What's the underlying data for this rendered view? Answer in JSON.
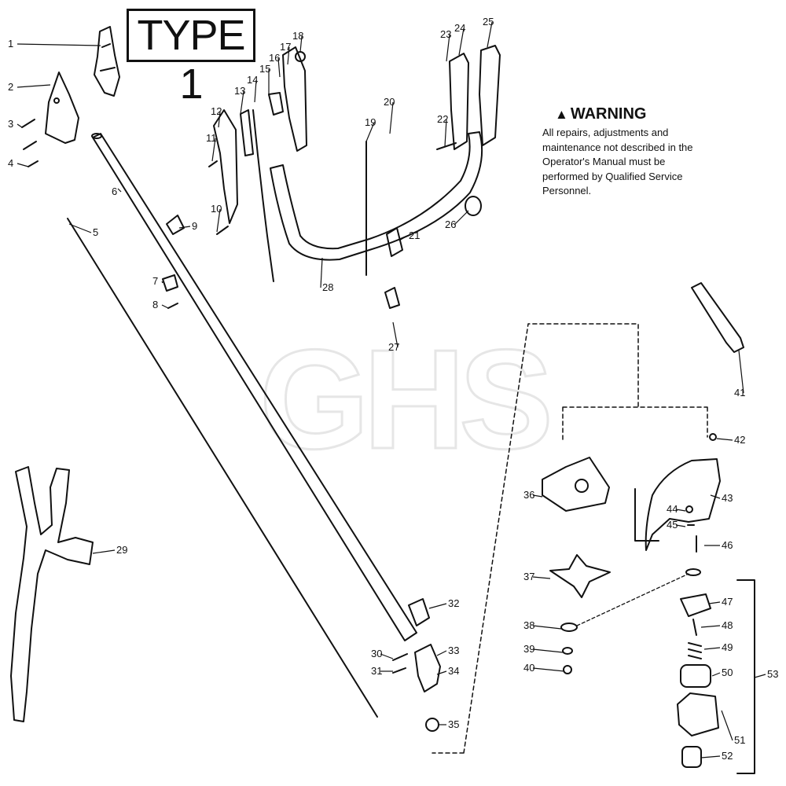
{
  "header": {
    "type_label": "TYPE 1"
  },
  "warning": {
    "icon": "warning-triangle-icon",
    "title": "WARNING",
    "body": "All repairs, adjustments and maintenance not described in the Operator's Manual must be performed by Qualified Service Personnel."
  },
  "watermark": "GHS",
  "callouts": [
    "1",
    "2",
    "3",
    "4",
    "5",
    "6",
    "7",
    "8",
    "9",
    "10",
    "11",
    "12",
    "13",
    "14",
    "15",
    "16",
    "17",
    "18",
    "19",
    "20",
    "21",
    "22",
    "23",
    "24",
    "25",
    "26",
    "27",
    "28",
    "29",
    "30",
    "31",
    "32",
    "33",
    "34",
    "35",
    "36",
    "37",
    "38",
    "39",
    "40",
    "41",
    "42",
    "43",
    "44",
    "45",
    "46",
    "47",
    "48",
    "49",
    "50",
    "51",
    "52",
    "53"
  ]
}
